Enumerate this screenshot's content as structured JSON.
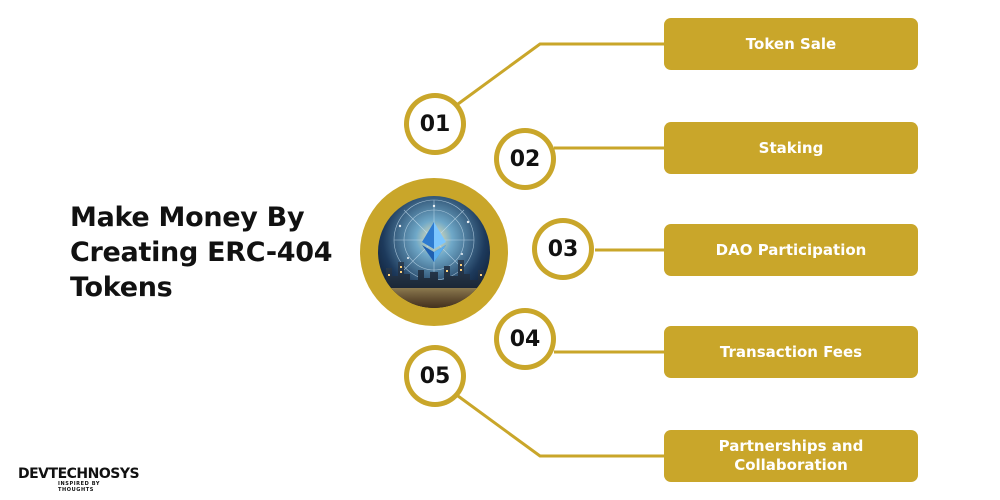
{
  "title": "Make Money By Creating ERC-404 Tokens",
  "colors": {
    "accent": "#c9a62a",
    "text": "#111111",
    "box_text": "#ffffff"
  },
  "hub": {
    "icon": "ethereum-city-illustration"
  },
  "items": [
    {
      "number": "01",
      "label": "Token Sale"
    },
    {
      "number": "02",
      "label": "Staking"
    },
    {
      "number": "03",
      "label": "DAO Participation"
    },
    {
      "number": "04",
      "label": "Transaction Fees"
    },
    {
      "number": "05",
      "label": "Partnerships and Collaboration"
    }
  ],
  "logo": {
    "name": "DEVTECHNOSYS",
    "tagline": "INSPIRED BY THOUGHTS"
  }
}
